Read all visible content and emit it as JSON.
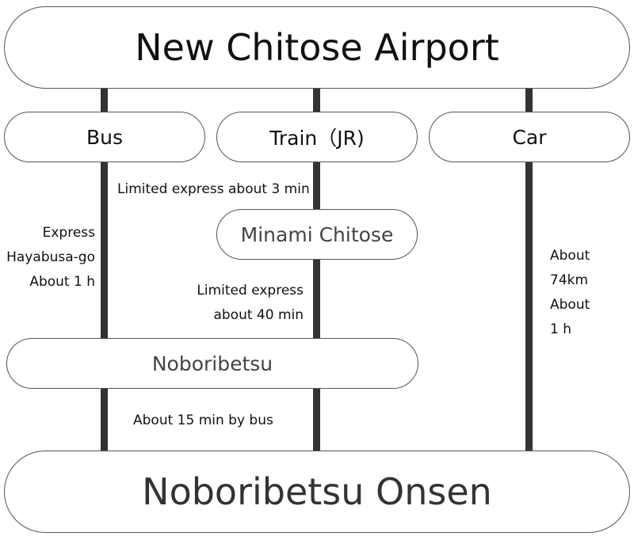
{
  "origin": "New Chitose Airport",
  "destination": "Noboribetsu Onsen",
  "modes": {
    "bus": "Bus",
    "train": "Train（JR)",
    "car": "Car"
  },
  "stations": {
    "minami_chitose": "Minami Chitose",
    "noboribetsu": "Noboribetsu"
  },
  "bus_route": [
    "Express",
    "Hayabusa-go",
    "About 1 h"
  ],
  "train_to_minami": "Limited express about 3 min",
  "train_to_noboribetsu": [
    "Limited express",
    "about 40 min"
  ],
  "car_route": [
    "About",
    "74km",
    "About",
    "1 h"
  ],
  "local_bus": "About 15 min by bus"
}
